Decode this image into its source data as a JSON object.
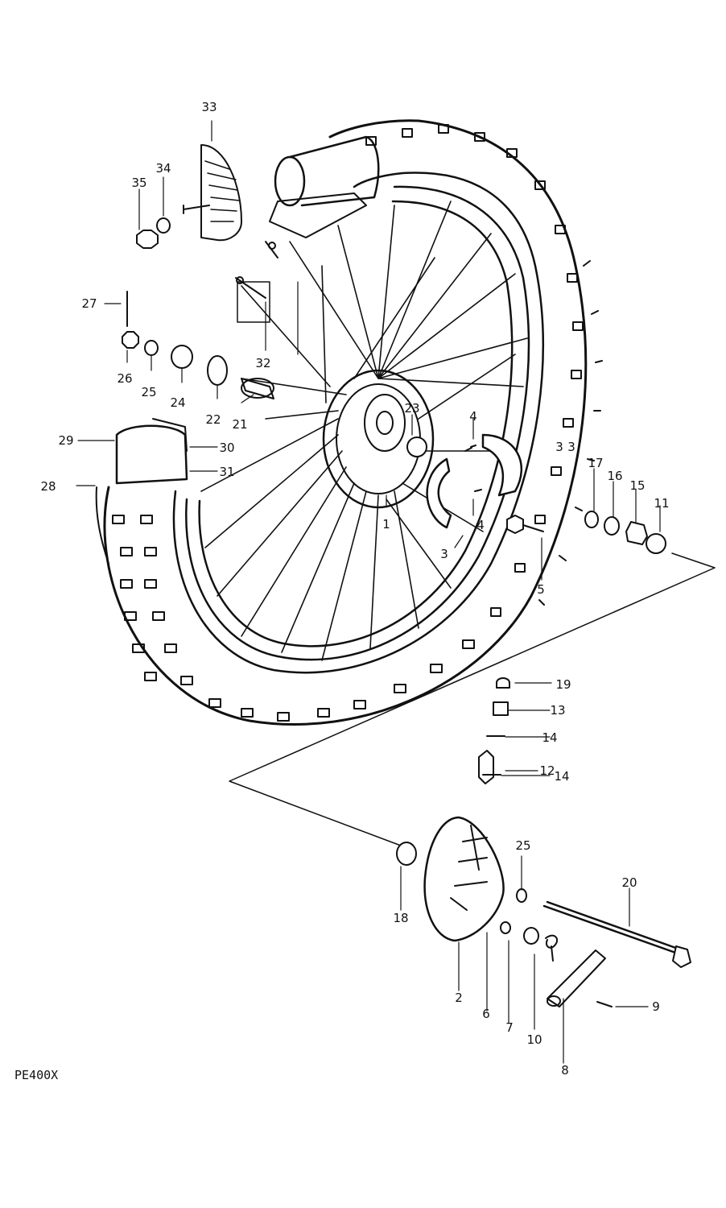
{
  "diagram": {
    "model_code": "PE400X",
    "callouts": [
      "1",
      "2",
      "3",
      "3",
      "3",
      "4",
      "4",
      "5",
      "6",
      "7",
      "8",
      "9",
      "10",
      "11",
      "12",
      "13",
      "14",
      "14",
      "15",
      "16",
      "17",
      "18",
      "19",
      "20",
      "21",
      "22",
      "23",
      "24",
      "25",
      "25",
      "26",
      "27",
      "28",
      "29",
      "30",
      "31",
      "32",
      "33",
      "34",
      "35"
    ]
  }
}
